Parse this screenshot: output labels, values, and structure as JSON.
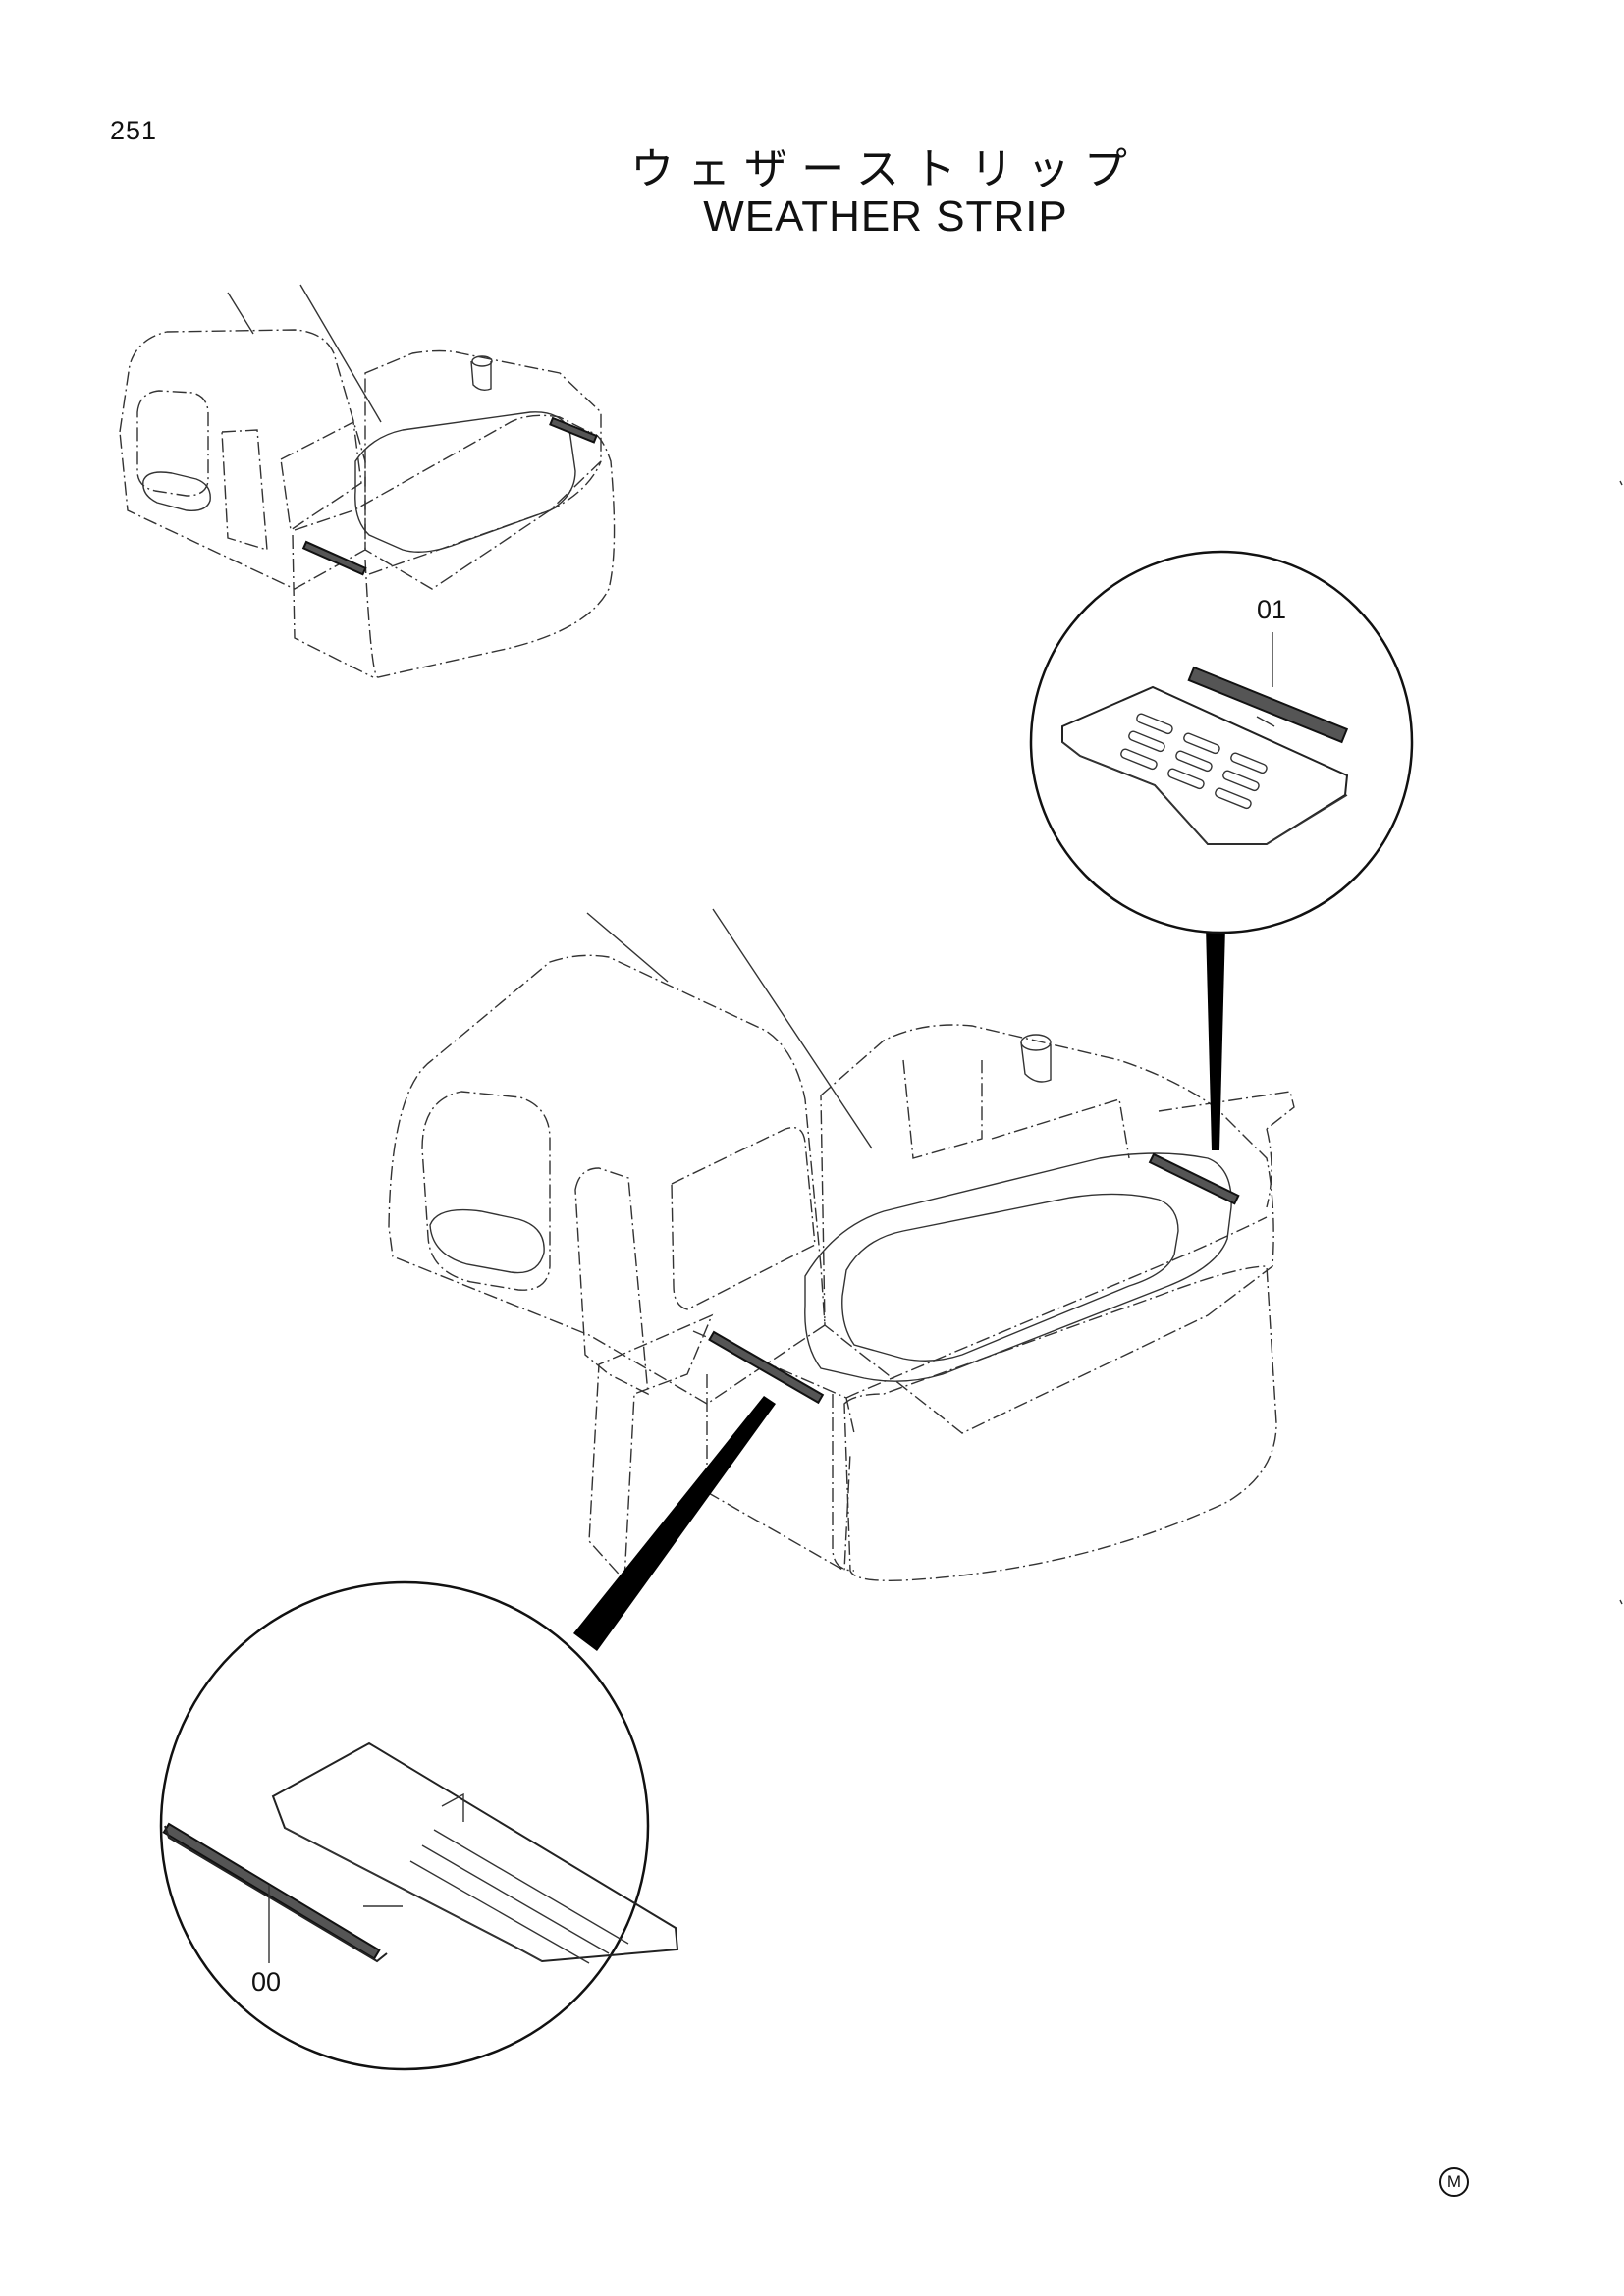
{
  "header": {
    "page_number": "251",
    "title_japanese": "ウェザーストリップ",
    "title_english": "WEATHER STRIP"
  },
  "callouts": {
    "part_01": "01",
    "part_00": "00"
  },
  "footer": {
    "maker_mark": "M"
  }
}
